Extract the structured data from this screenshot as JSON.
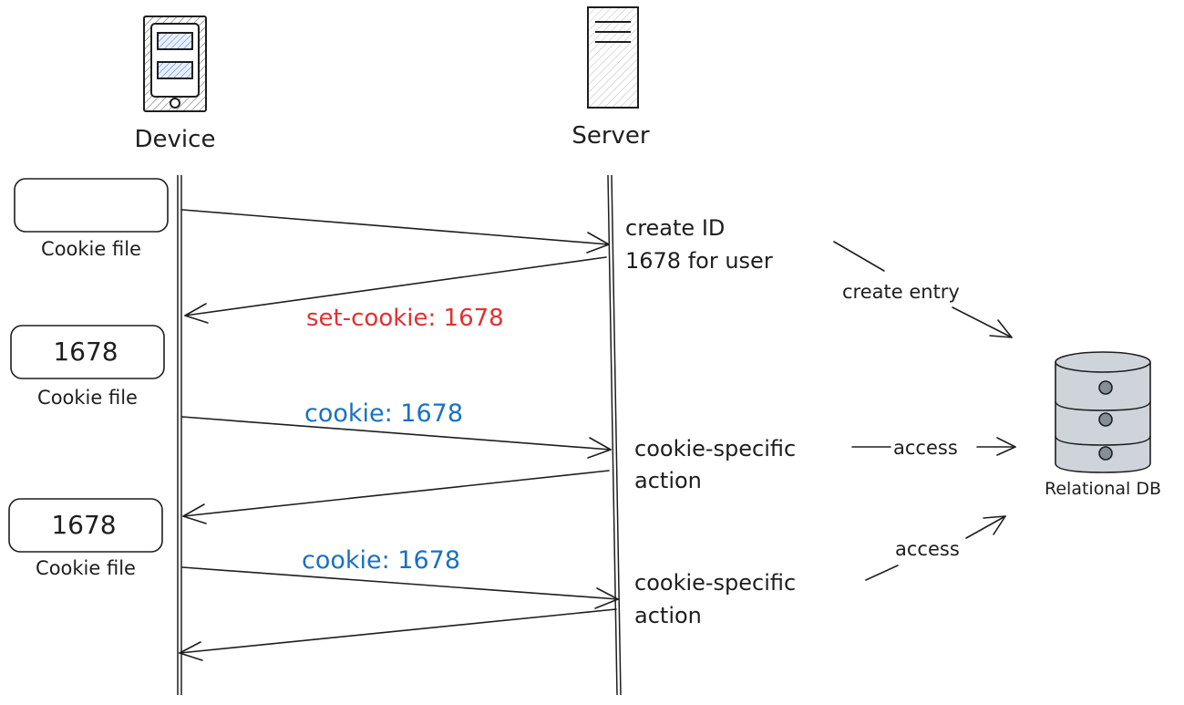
{
  "actors": {
    "device": "Device",
    "server": "Server",
    "database": "Relational DB"
  },
  "cookie_files": [
    {
      "value": "",
      "label": "Cookie file"
    },
    {
      "value": "1678",
      "label": "Cookie file"
    },
    {
      "value": "1678",
      "label": "Cookie file"
    }
  ],
  "messages": {
    "set_cookie": "set-cookie: 1678",
    "cookie_1": "cookie: 1678",
    "cookie_2": "cookie: 1678"
  },
  "server_notes": {
    "create_id_line1": "create ID",
    "create_id_line2": "1678 for user",
    "action_1_line1": "cookie-specific",
    "action_1_line2": "action",
    "action_2_line1": "cookie-specific",
    "action_2_line2": "action"
  },
  "db_arrows": {
    "create_entry": "create entry",
    "access_1": "access",
    "access_2": "access"
  },
  "colors": {
    "stroke": "#1e1e1e",
    "set_cookie": "#e03131",
    "cookie": "#1971c2",
    "db_fill": "#ced4da"
  }
}
